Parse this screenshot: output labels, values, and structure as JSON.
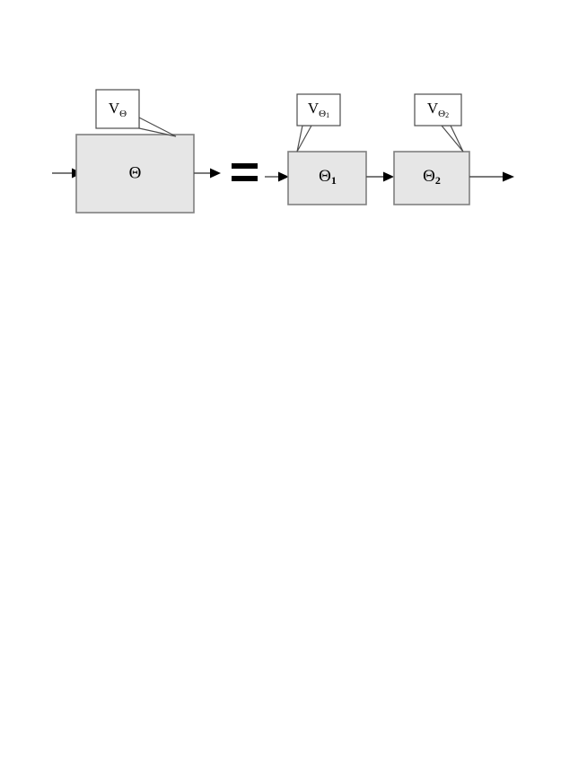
{
  "figure": {
    "type": "block-diagram",
    "background_color": "#ffffff",
    "box_fill_color": "#e6e6e6",
    "box_stroke_color": "#808080",
    "callout_fill_color": "#ffffff",
    "callout_stroke_color": "#4d4d4d",
    "line_color": "#4d4d4d",
    "arrow_color": "#000000"
  },
  "left_side": {
    "block": {
      "label": "Θ",
      "name": "theta-block"
    },
    "callout": {
      "symbol": "V",
      "subscript": "Θ",
      "full_label": "VΘ"
    },
    "input_arrow_label": "",
    "output_arrow_label": ""
  },
  "relation": {
    "operator": "="
  },
  "right_side": {
    "blocks": [
      {
        "label": "Θ",
        "subscript": "1",
        "full_label": "Θ1",
        "name": "theta-1-block",
        "callout": {
          "symbol": "V",
          "subscript": "Θ",
          "subsubscript": "1",
          "full_label": "VΘ1"
        }
      },
      {
        "label": "Θ",
        "subscript": "2",
        "full_label": "Θ2",
        "name": "theta-2-block",
        "callout": {
          "symbol": "V",
          "subscript": "Θ",
          "subsubscript": "2",
          "full_label": "VΘ2"
        }
      }
    ],
    "input_arrow_label": "",
    "middle_arrow_label": "",
    "output_arrow_label": ""
  }
}
